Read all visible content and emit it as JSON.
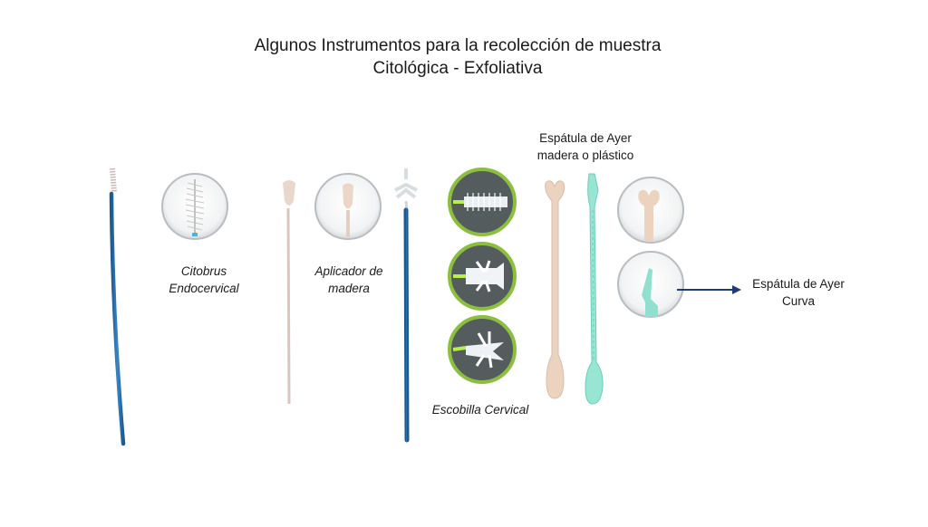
{
  "title": {
    "line1": "Algunos Instrumentos para la recolección de muestra",
    "line2": "Citológica  - Exfoliativa"
  },
  "labels": {
    "citobrus": {
      "line1": "Citobrus",
      "line2": "Endocervical"
    },
    "aplicador": {
      "line1": "Aplicador de",
      "line2": "madera"
    },
    "escobilla": {
      "line1": "Escobilla Cervical"
    },
    "espatula_ayer": {
      "line1": "Espátula de Ayer",
      "line2": "madera o plástico"
    },
    "espatula_curva": {
      "line1": "Espátula de Ayer",
      "line2": "Curva"
    }
  },
  "colors": {
    "rod_blue": "#2a6fa8",
    "wood": "#e8cdb8",
    "plastic_mint": "#8fe0cf",
    "circle_green": "#8cbf3f",
    "circle_dark": "#555c5e",
    "arrow": "#1f3b73"
  },
  "icons": [
    "citobrus-brush-icon",
    "wooden-applicator-icon",
    "cervical-brush-icon",
    "wooden-spatula-icon",
    "plastic-spatula-icon",
    "arrow-right-icon"
  ]
}
